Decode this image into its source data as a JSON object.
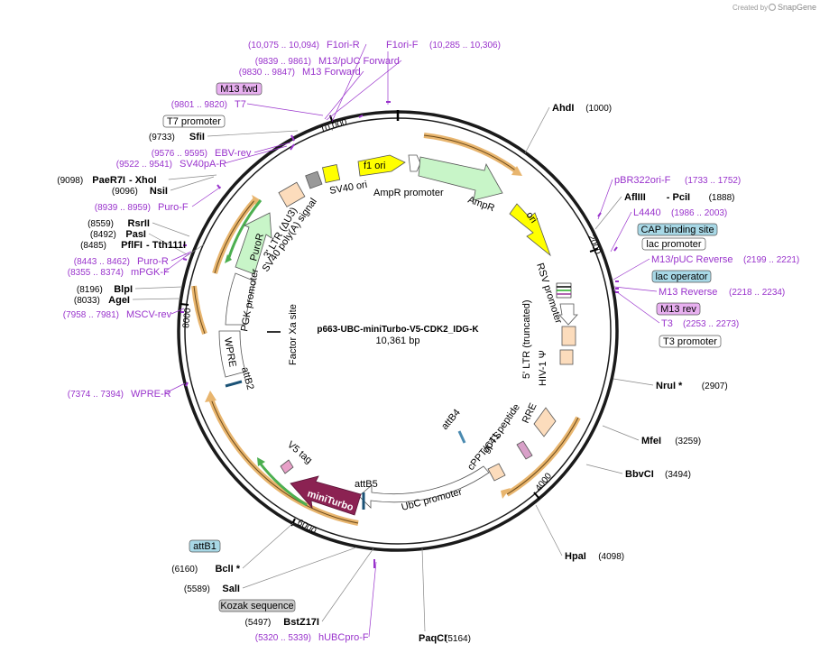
{
  "watermark": {
    "prefix": "Created by",
    "brand": "SnapGene"
  },
  "plasmid": {
    "name": "p663-UBC-miniTurbo-V5-CDK2_IDG-K",
    "length": "10,361 bp"
  },
  "ruler": [
    "2000",
    "4000",
    "6000",
    "8000",
    "10,000"
  ],
  "colors": {
    "primer": "#9933cc",
    "primer_box": "#e8b0f0",
    "site_box": "#a8d8e6",
    "kozak_box": "#cccccc",
    "backbone": "#1a1a1a",
    "orf_orange": "#e8b56e",
    "orf_green": "#4caf50",
    "miniturbo": "#8b2252",
    "f1ori": "#ffff00",
    "ampr": "#c8f5c8",
    "ori": "#ffff00",
    "ltr": "#fcdcbc"
  },
  "features": [
    {
      "name": "f1 ori",
      "label": "f1 ori"
    },
    {
      "name": "AmpR promoter",
      "label": "AmpR promoter"
    },
    {
      "name": "AmpR",
      "label": "AmpR"
    },
    {
      "name": "ori",
      "label": "ori"
    },
    {
      "name": "RSV promoter",
      "label": "RSV promoter"
    },
    {
      "name": "5' LTR (truncated)",
      "label": "5' LTR (truncated)"
    },
    {
      "name": "HIV-1 psi",
      "label": "HIV-1 Ψ"
    },
    {
      "name": "RRE",
      "label": "RRE"
    },
    {
      "name": "gp41 peptide",
      "label": "gp41 peptide"
    },
    {
      "name": "cPPT/CTS",
      "label": "cPPT/CTS"
    },
    {
      "name": "attB4",
      "label": "attB4"
    },
    {
      "name": "UbC promoter",
      "label": "UbC promoter"
    },
    {
      "name": "attB5",
      "label": "attB5"
    },
    {
      "name": "miniTurbo",
      "label": "miniTurbo"
    },
    {
      "name": "V5 tag",
      "label": "V5 tag"
    },
    {
      "name": "attB2",
      "label": "attB2"
    },
    {
      "name": "WPRE",
      "label": "WPRE"
    },
    {
      "name": "PGK promoter",
      "label": "PGK promoter"
    },
    {
      "name": "PuroR",
      "label": "PuroR"
    },
    {
      "name": "Factor Xa site",
      "label": "Factor Xa site"
    },
    {
      "name": "3' LTR (dU3)",
      "label": "3' LTR (ΔU3)"
    },
    {
      "name": "SV40 poly(A) signal",
      "label": "SV40 poly(A) signal"
    },
    {
      "name": "SV40 ori",
      "label": "SV40 ori"
    }
  ],
  "sites": [
    {
      "name": "AhdI",
      "pos": "(1000)"
    },
    {
      "name": "AflIII",
      "pos": "(1888)",
      "extra": "- PciI"
    },
    {
      "name": "NruI *",
      "pos": "(2907)"
    },
    {
      "name": "MfeI",
      "pos": "(3259)"
    },
    {
      "name": "BbvCI",
      "pos": "(3494)"
    },
    {
      "name": "HpaI",
      "pos": "(4098)"
    },
    {
      "name": "PaqCI",
      "pos": "(5164)"
    },
    {
      "name": "BstZ17I",
      "pos": "(5497)"
    },
    {
      "name": "SalI",
      "pos": "(5589)"
    },
    {
      "name": "BclI *",
      "pos": "(6160)"
    },
    {
      "name": "AgeI",
      "pos": "(8033)"
    },
    {
      "name": "BlpI",
      "pos": "(8196)"
    },
    {
      "name": "PflFI",
      "pos": "(8485)",
      "extra": "- Tth111I"
    },
    {
      "name": "PasI",
      "pos": "(8492)"
    },
    {
      "name": "RsrII",
      "pos": "(8559)"
    },
    {
      "name": "NsiI",
      "pos": "(9096)"
    },
    {
      "name": "PaeR7I",
      "pos": "(9098)",
      "extra": "- XhoI"
    },
    {
      "name": "SfiI",
      "pos": "(9733)"
    }
  ],
  "primers": [
    {
      "name": "F1ori-R",
      "pos": "(10,075 .. 10,094)"
    },
    {
      "name": "M13/pUC Forward",
      "pos": "(9839 .. 9861)"
    },
    {
      "name": "M13 Forward",
      "pos": "(9830 .. 9847)"
    },
    {
      "name": "T7",
      "pos": "(9801 .. 9820)"
    },
    {
      "name": "EBV-rev",
      "pos": "(9576 .. 9595)"
    },
    {
      "name": "SV40pA-R",
      "pos": "(9522 .. 9541)"
    },
    {
      "name": "Puro-F",
      "pos": "(8939 .. 8959)"
    },
    {
      "name": "Puro-R",
      "pos": "(8443 .. 8462)"
    },
    {
      "name": "mPGK-F",
      "pos": "(8355 .. 8374)"
    },
    {
      "name": "MSCV-rev",
      "pos": "(7958 .. 7981)"
    },
    {
      "name": "WPRE-R",
      "pos": "(7374 .. 7394)"
    },
    {
      "name": "F1ori-F",
      "pos": "(10,285 .. 10,306)"
    },
    {
      "name": "pBR322ori-F",
      "pos": "(1733 .. 1752)"
    },
    {
      "name": "L4440",
      "pos": "(1986 .. 2003)"
    },
    {
      "name": "M13/pUC Reverse",
      "pos": "(2199 .. 2221)"
    },
    {
      "name": "M13 Reverse",
      "pos": "(2218 .. 2234)"
    },
    {
      "name": "T3",
      "pos": "(2253 .. 2273)"
    },
    {
      "name": "hUBCpro-F",
      "pos": "(5320 .. 5339)"
    }
  ],
  "boxed": [
    {
      "name": "M13 fwd",
      "style": "primer"
    },
    {
      "name": "T7 promoter",
      "style": "plain"
    },
    {
      "name": "CAP binding site",
      "style": "site"
    },
    {
      "name": "lac promoter",
      "style": "plain"
    },
    {
      "name": "lac operator",
      "style": "site"
    },
    {
      "name": "M13 rev",
      "style": "primer"
    },
    {
      "name": "T3 promoter",
      "style": "plain"
    },
    {
      "name": "attB1",
      "style": "site"
    },
    {
      "name": "Kozak sequence",
      "style": "kozak"
    }
  ]
}
